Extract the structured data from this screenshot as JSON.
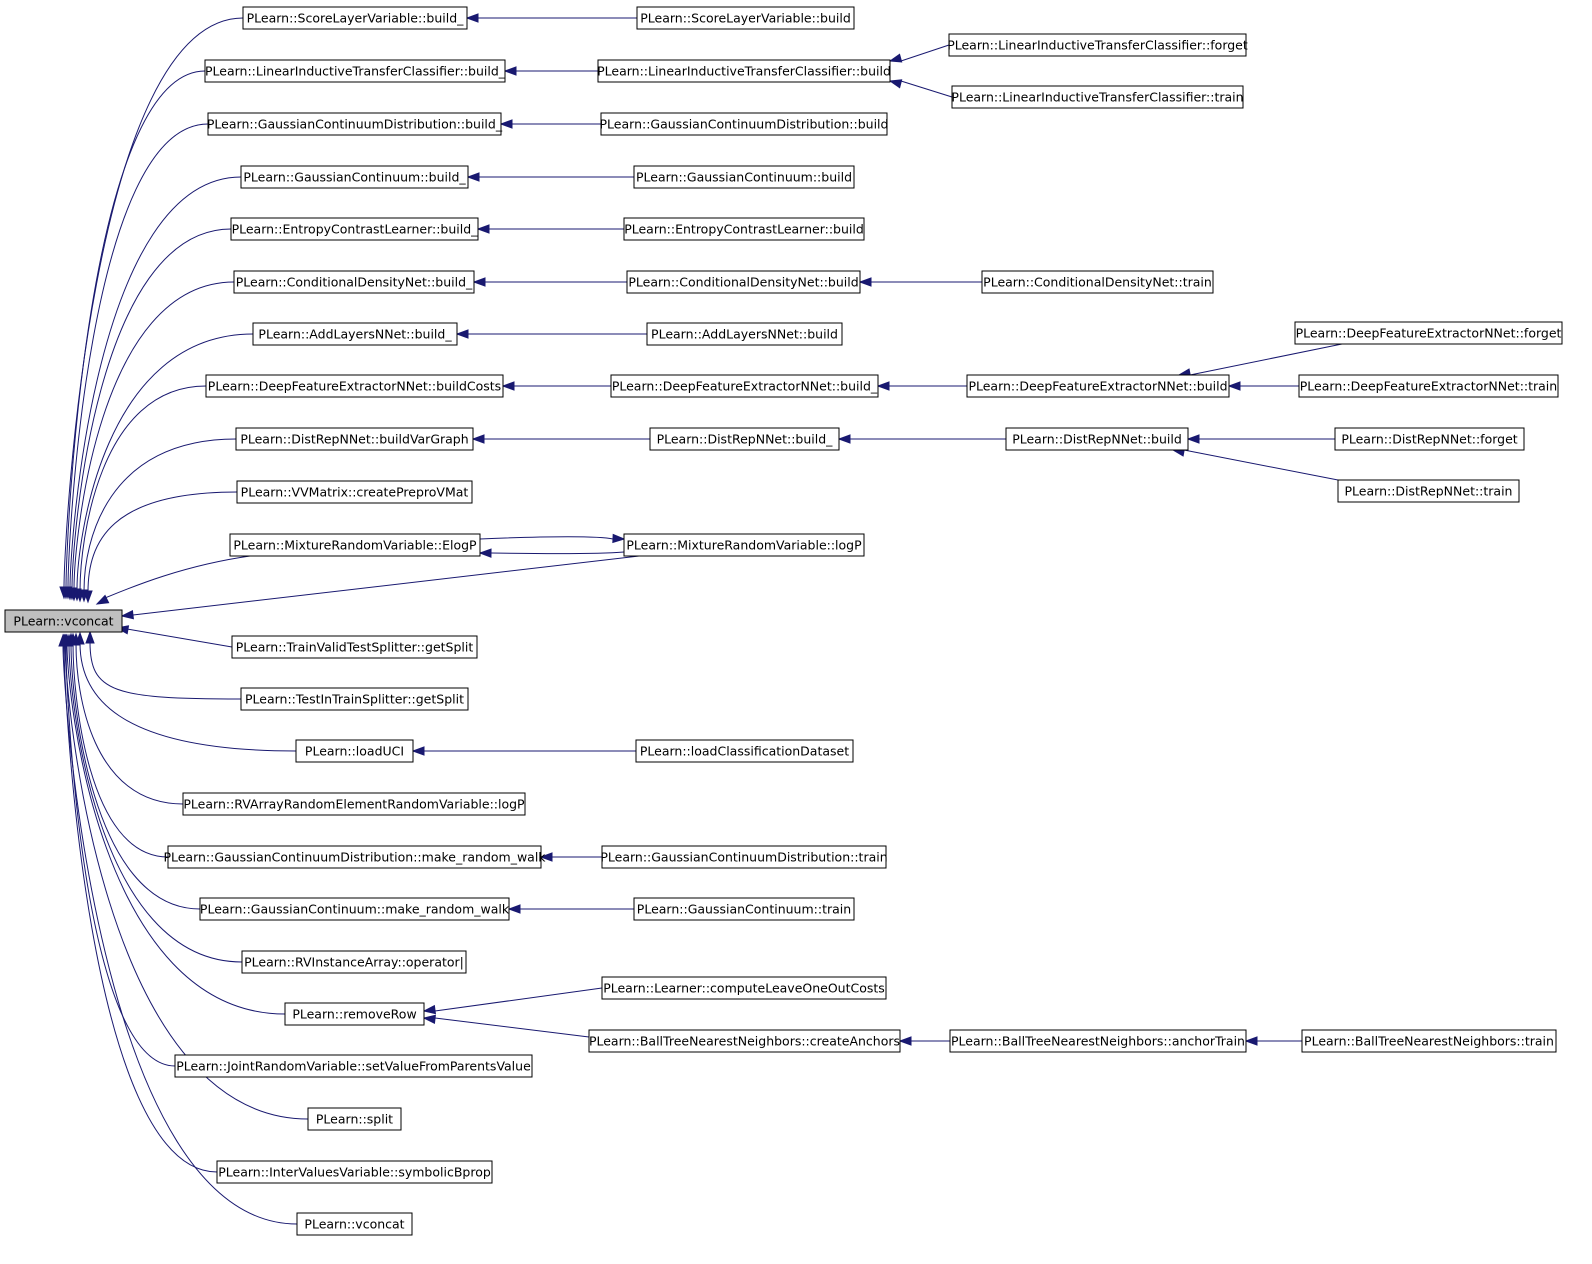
{
  "colors": {
    "edge": "#191970",
    "root_fill": "#bfbfbf",
    "node_fill": "#ffffff",
    "border": "#000000"
  },
  "nodes": {
    "root": "PLearn::vconcat",
    "c1": "PLearn::ScoreLayerVariable::build_",
    "c2": "PLearn::LinearInductiveTransferClassifier::build_",
    "c3": "PLearn::GaussianContinuumDistribution::build_",
    "c4": "PLearn::GaussianContinuum::build_",
    "c5": "PLearn::EntropyContrastLearner::build_",
    "c6": "PLearn::ConditionalDensityNet::build_",
    "c7": "PLearn::AddLayersNNet::build_",
    "c8": "PLearn::DeepFeatureExtractorNNet::buildCosts",
    "c9": "PLearn::DistRepNNet::buildVarGraph",
    "c10": "PLearn::VVMatrix::createPreproVMat",
    "c11": "PLearn::MixtureRandomVariable::ElogP",
    "c12": "PLearn::TrainValidTestSplitter::getSplit",
    "c13": "PLearn::TestInTrainSplitter::getSplit",
    "c14": "PLearn::loadUCI",
    "c15": "PLearn::RVArrayRandomElementRandomVariable::logP",
    "c16": "PLearn::GaussianContinuumDistribution::make_random_walk",
    "c17": "PLearn::GaussianContinuum::make_random_walk",
    "c18": "PLearn::RVInstanceArray::operator|",
    "c19": "PLearn::removeRow",
    "c20": "PLearn::JointRandomVariable::setValueFromParentsValue",
    "c21": "PLearn::split",
    "c22": "PLearn::InterValuesVariable::symbolicBprop",
    "c23": "PLearn::vconcat",
    "d1": "PLearn::ScoreLayerVariable::build",
    "d2": "PLearn::LinearInductiveTransferClassifier::build",
    "d3": "PLearn::GaussianContinuumDistribution::build",
    "d4": "PLearn::GaussianContinuum::build",
    "d5": "PLearn::EntropyContrastLearner::build",
    "d6": "PLearn::ConditionalDensityNet::build",
    "d7": "PLearn::AddLayersNNet::build",
    "d8": "PLearn::DeepFeatureExtractorNNet::build_",
    "d9": "PLearn::DistRepNNet::build_",
    "d11": "PLearn::MixtureRandomVariable::logP",
    "d14": "PLearn::loadClassificationDataset",
    "d16": "PLearn::GaussianContinuumDistribution::train",
    "d17": "PLearn::GaussianContinuum::train",
    "d19a": "PLearn::Learner::computeLeaveOneOutCosts",
    "d19b": "PLearn::BallTreeNearestNeighbors::createAnchors",
    "e2a": "PLearn::LinearInductiveTransferClassifier::forget",
    "e2b": "PLearn::LinearInductiveTransferClassifier::train",
    "e6": "PLearn::ConditionalDensityNet::train",
    "e8": "PLearn::DeepFeatureExtractorNNet::build",
    "e9": "PLearn::DistRepNNet::build",
    "e19": "PLearn::BallTreeNearestNeighbors::anchorTrain",
    "f8a": "PLearn::DeepFeatureExtractorNNet::forget",
    "f8b": "PLearn::DeepFeatureExtractorNNet::train",
    "f9a": "PLearn::DistRepNNet::forget",
    "f9b": "PLearn::DistRepNNet::train",
    "f19": "PLearn::BallTreeNearestNeighbors::train"
  }
}
